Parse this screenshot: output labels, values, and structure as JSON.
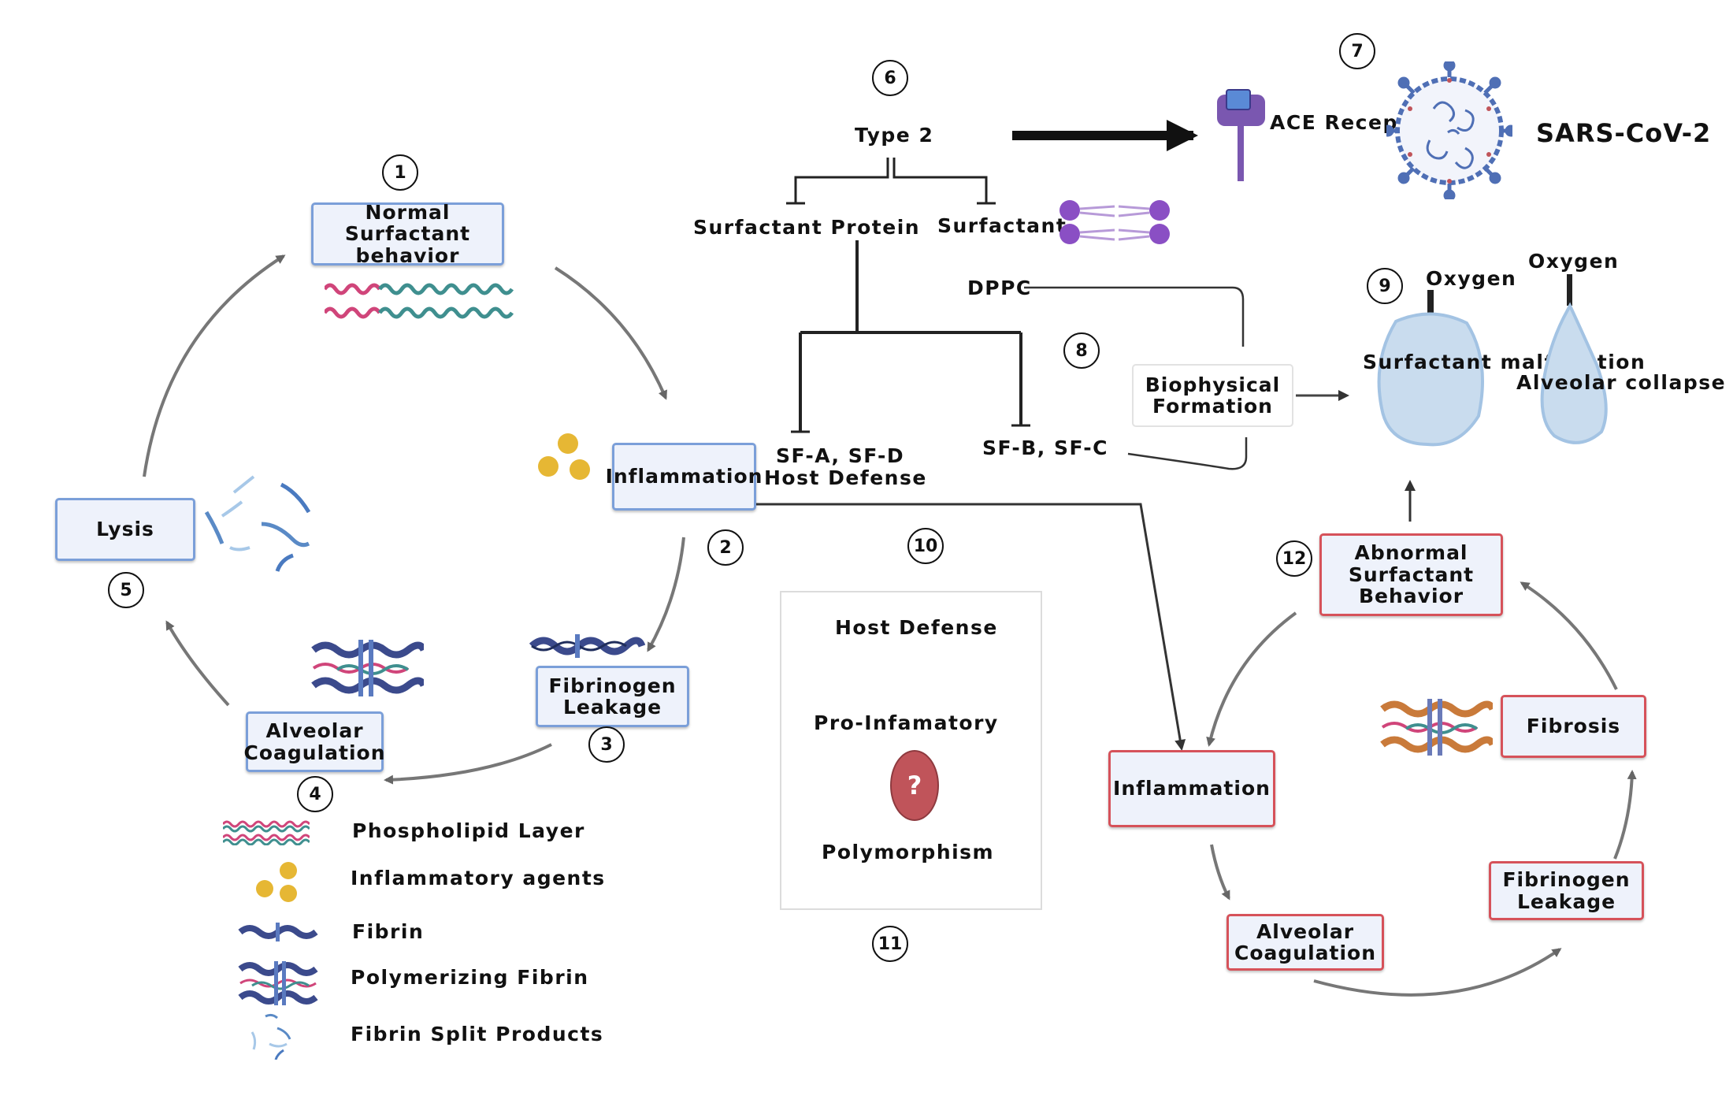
{
  "labels": {
    "normal_surfactant": "Normal Surfactant behavior",
    "inflammation_left": "Inflammation",
    "fibrinogen_left": "Fibrinogen Leakage",
    "alveolar_coag_left": "Alveolar Coagulation",
    "lysis": "Lysis",
    "type2": "Type 2",
    "surfactant_protein": "Surfactant Protein",
    "surfactant": "Surfactant",
    "dppc": "DPPC",
    "sf_ad": "SF-A, SF-D",
    "host_defense_top": "Host Defense",
    "sf_bc": "SF-B, SF-C",
    "biophysical": "Biophysical Formation",
    "ace": "ACE Receptor",
    "sars": "SARS-CoV-2",
    "oxygen1": "Oxygen",
    "oxygen2": "Oxygen",
    "surfactant_malfunction": "Surfactant malfunction",
    "alveolar_collapse": "Alveolar collapse",
    "abnormal": "Abnormal Surfactant Behavior",
    "fibrosis": "Fibrosis",
    "inflammation_right": "Inflammation",
    "fibrinogen_right": "Fibrinogen Leakage",
    "alveolar_coag_right": "Alveolar Coagulation",
    "host_defense_box": "Host Defense",
    "pro_inflammatory": "Pro-Infamatory",
    "question": "?",
    "polymorphism": "Polymorphism"
  },
  "numbers": [
    "1",
    "2",
    "3",
    "4",
    "5",
    "6",
    "7",
    "8",
    "9",
    "10",
    "11",
    "12"
  ],
  "legend": [
    {
      "label": "Phospholipid Layer",
      "icon": "phospholipid-icon"
    },
    {
      "label": "Inflammatory agents",
      "icon": "inflammatory-agents-icon"
    },
    {
      "label": "Fibrin",
      "icon": "fibrin-icon"
    },
    {
      "label": "Polymerizing Fibrin",
      "icon": "polymerizing-fibrin-icon"
    },
    {
      "label": "Fibrin Split Products",
      "icon": "fibrin-split-icon"
    }
  ],
  "colors": {
    "blue_border": "#7b9fd9",
    "red_border": "#d6525a",
    "box_fill": "#eef2fb",
    "phospholipid_pink": "#d0457a",
    "phospholipid_teal": "#3f8f8f",
    "inflammatory_yellow": "#e6b734",
    "fibrin_navy": "#3b4a8c",
    "surfactant_purple": "#8a4fc4",
    "virus_blue": "#4f6fb5",
    "alveolus_fill": "#c9dcee",
    "question_red": "#c0545a"
  }
}
